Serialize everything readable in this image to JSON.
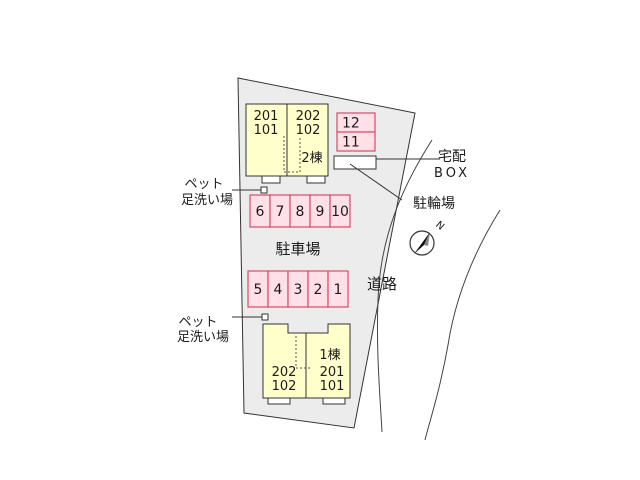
{
  "map": {
    "parking_lot": "駐車場",
    "road": "道路",
    "delivery_box": {
      "line1": "宅配",
      "line2": "BOX"
    },
    "bicycle_parking": "駐輪場",
    "pet_wash_top": {
      "line1": "ペット",
      "line2": "足洗い場"
    },
    "pet_wash_bottom": {
      "line1": "ペット",
      "line2": "足洗い場"
    },
    "compass": {
      "north_label": "N"
    },
    "building_2": {
      "name": "2棟",
      "units_left": {
        "upper": "201",
        "lower": "101"
      },
      "units_right": {
        "upper": "202",
        "lower": "102"
      }
    },
    "building_1": {
      "name": "1棟",
      "units_left": {
        "upper": "202",
        "lower": "102"
      },
      "units_right": {
        "upper": "201",
        "lower": "101"
      }
    },
    "parking_spaces_upper": [
      "6",
      "7",
      "8",
      "9",
      "10"
    ],
    "parking_spaces_lower": [
      "5",
      "4",
      "3",
      "2",
      "1"
    ],
    "parking_spaces_side": [
      "12",
      "11"
    ]
  },
  "colors": {
    "lot": "#ececec",
    "building": "#ffffcc",
    "parking_fill": "#ffe0e8",
    "parking_stroke": "#d94a6a",
    "outline": "#333333"
  }
}
